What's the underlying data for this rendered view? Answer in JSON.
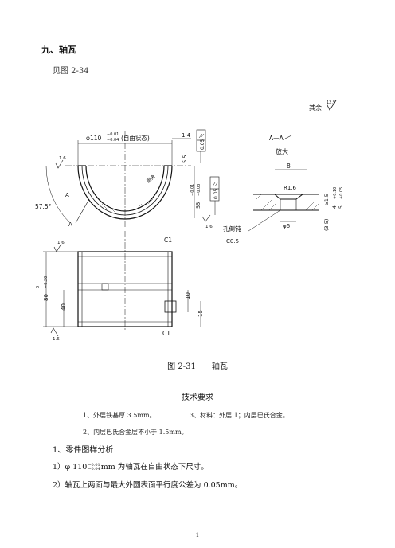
{
  "heading": "九、轴瓦",
  "ref_text": "见图 2-34",
  "drawing": {
    "rest_roughness": "其余",
    "rest_roughness_value": "12.5",
    "dia_prefix": "φ110",
    "dia_tol_upper": "−0.01",
    "dia_tol_lower": "−0.04",
    "dia_note": "(自由状态)",
    "dim_1_4": "1.4",
    "ra_1_6": "1.6",
    "parallel_tol": "0.05",
    "dim_5_5": "5.5",
    "chamfer_note": "倒角",
    "dim_55_tol": "55",
    "dim_55_upper": "−0.01",
    "dim_55_lower": "−0.03",
    "perp_tol": "0.05",
    "angle_57": "57.5°",
    "label_A": "A",
    "section_label": "A—A",
    "enlarge_label": "放大",
    "dim_8": "8",
    "dim_R1_6": "R1.6",
    "dim_1_5": "≥1.5",
    "dim_4_10": "4",
    "dim_4_10_upper": "+0.10",
    "dim_5_05": "5",
    "dim_5_05_upper": "+0.05",
    "hole_note": "孔倒钝",
    "hole_chamfer": "C0.5",
    "dim_phi6": "φ6",
    "dim_3_5": "(3.5)",
    "c1_top": "C1",
    "c1_bottom": "C1",
    "dim_80": "80",
    "dim_80_upper": "0",
    "dim_80_lower": "−0.20",
    "dim_40": "40",
    "dim_10": "10",
    "dim_15": "15"
  },
  "figure_caption": "图 2-31　　轴瓦",
  "tech_title": "技术要求",
  "requirements": [
    "1、外层铁基厚 3.5mm。",
    "3、材料：外层 1；内层巴氏合金。",
    "2、内层巴氏合金层不小于 1.5mm。"
  ],
  "section_heading": "1、零件图样分析",
  "analysis": {
    "p1_prefix": "1）φ 110",
    "p1_upper": "−0.01",
    "p1_lower": "−0.04",
    "p1_suffix": "mm 为轴瓦在自由状态下尺寸。",
    "p2": "2）轴瓦上两面与最大外圆表面平行度公差为 0.05mm。"
  },
  "page_number": "1"
}
